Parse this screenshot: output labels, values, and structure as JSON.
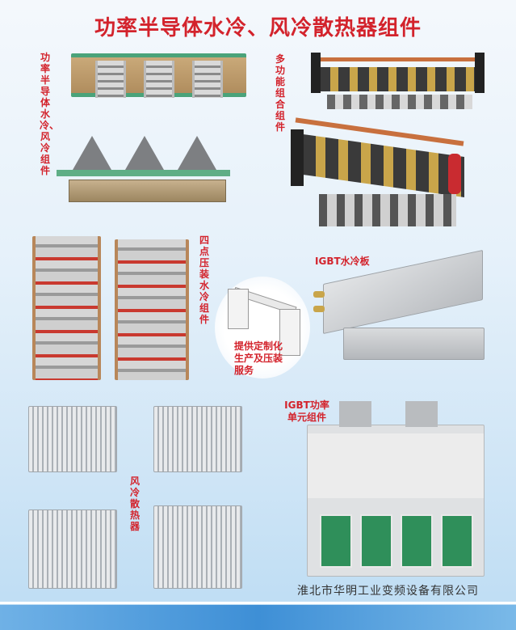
{
  "title": "功率半导体水冷、风冷散热器组件",
  "labels": {
    "water_air_components": "功率半导体水冷、风冷组件",
    "multi_function": "多功能组合组件",
    "four_point": "四点压装水冷组件",
    "custom_service": "提供定制化生产及压装服务",
    "igbt_plate": "IGBT水冷板",
    "air_heatsink": "风冷散热器",
    "igbt_unit": "IGBT功率单元组件"
  },
  "company": "淮北市华明工业变频设备有限公司",
  "colors": {
    "accent": "#d3232c",
    "band": "#3e8fd6"
  }
}
